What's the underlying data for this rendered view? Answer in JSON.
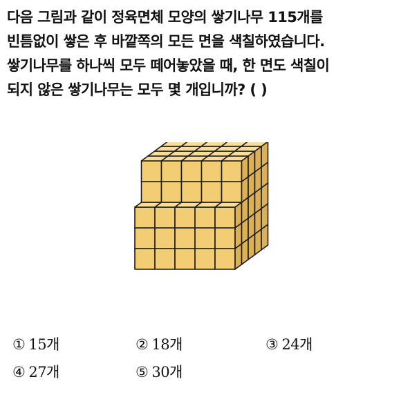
{
  "question": {
    "lines": [
      "다음 그림과 같이 정육면체 모양의 쌓기나무 115개를",
      "빈틈없이 쌓은 후 바깥쪽의 모든 면을 색칠하였습니다.",
      "쌓기나무를 하나씩 모두 떼어놓았을 때, 한 면도 색칠이",
      "되지 않은 쌓기나무는 모두 몇 개입니까? (          )"
    ]
  },
  "figure": {
    "description_none": "",
    "lower_block": {
      "cols": 5,
      "depth": 5,
      "layers": 3
    },
    "upper_block": {
      "cols": 5,
      "depth": 4,
      "layers": 2
    },
    "colors": {
      "front": "#f2cd73",
      "top": "#f8de98",
      "side": "#dcb055",
      "edge": "#1a1a1a"
    }
  },
  "choices": [
    {
      "num": "①",
      "text": "15개"
    },
    {
      "num": "②",
      "text": "18개"
    },
    {
      "num": "③",
      "text": "24개"
    },
    {
      "num": "④",
      "text": "27개"
    },
    {
      "num": "⑤",
      "text": "30개"
    }
  ]
}
